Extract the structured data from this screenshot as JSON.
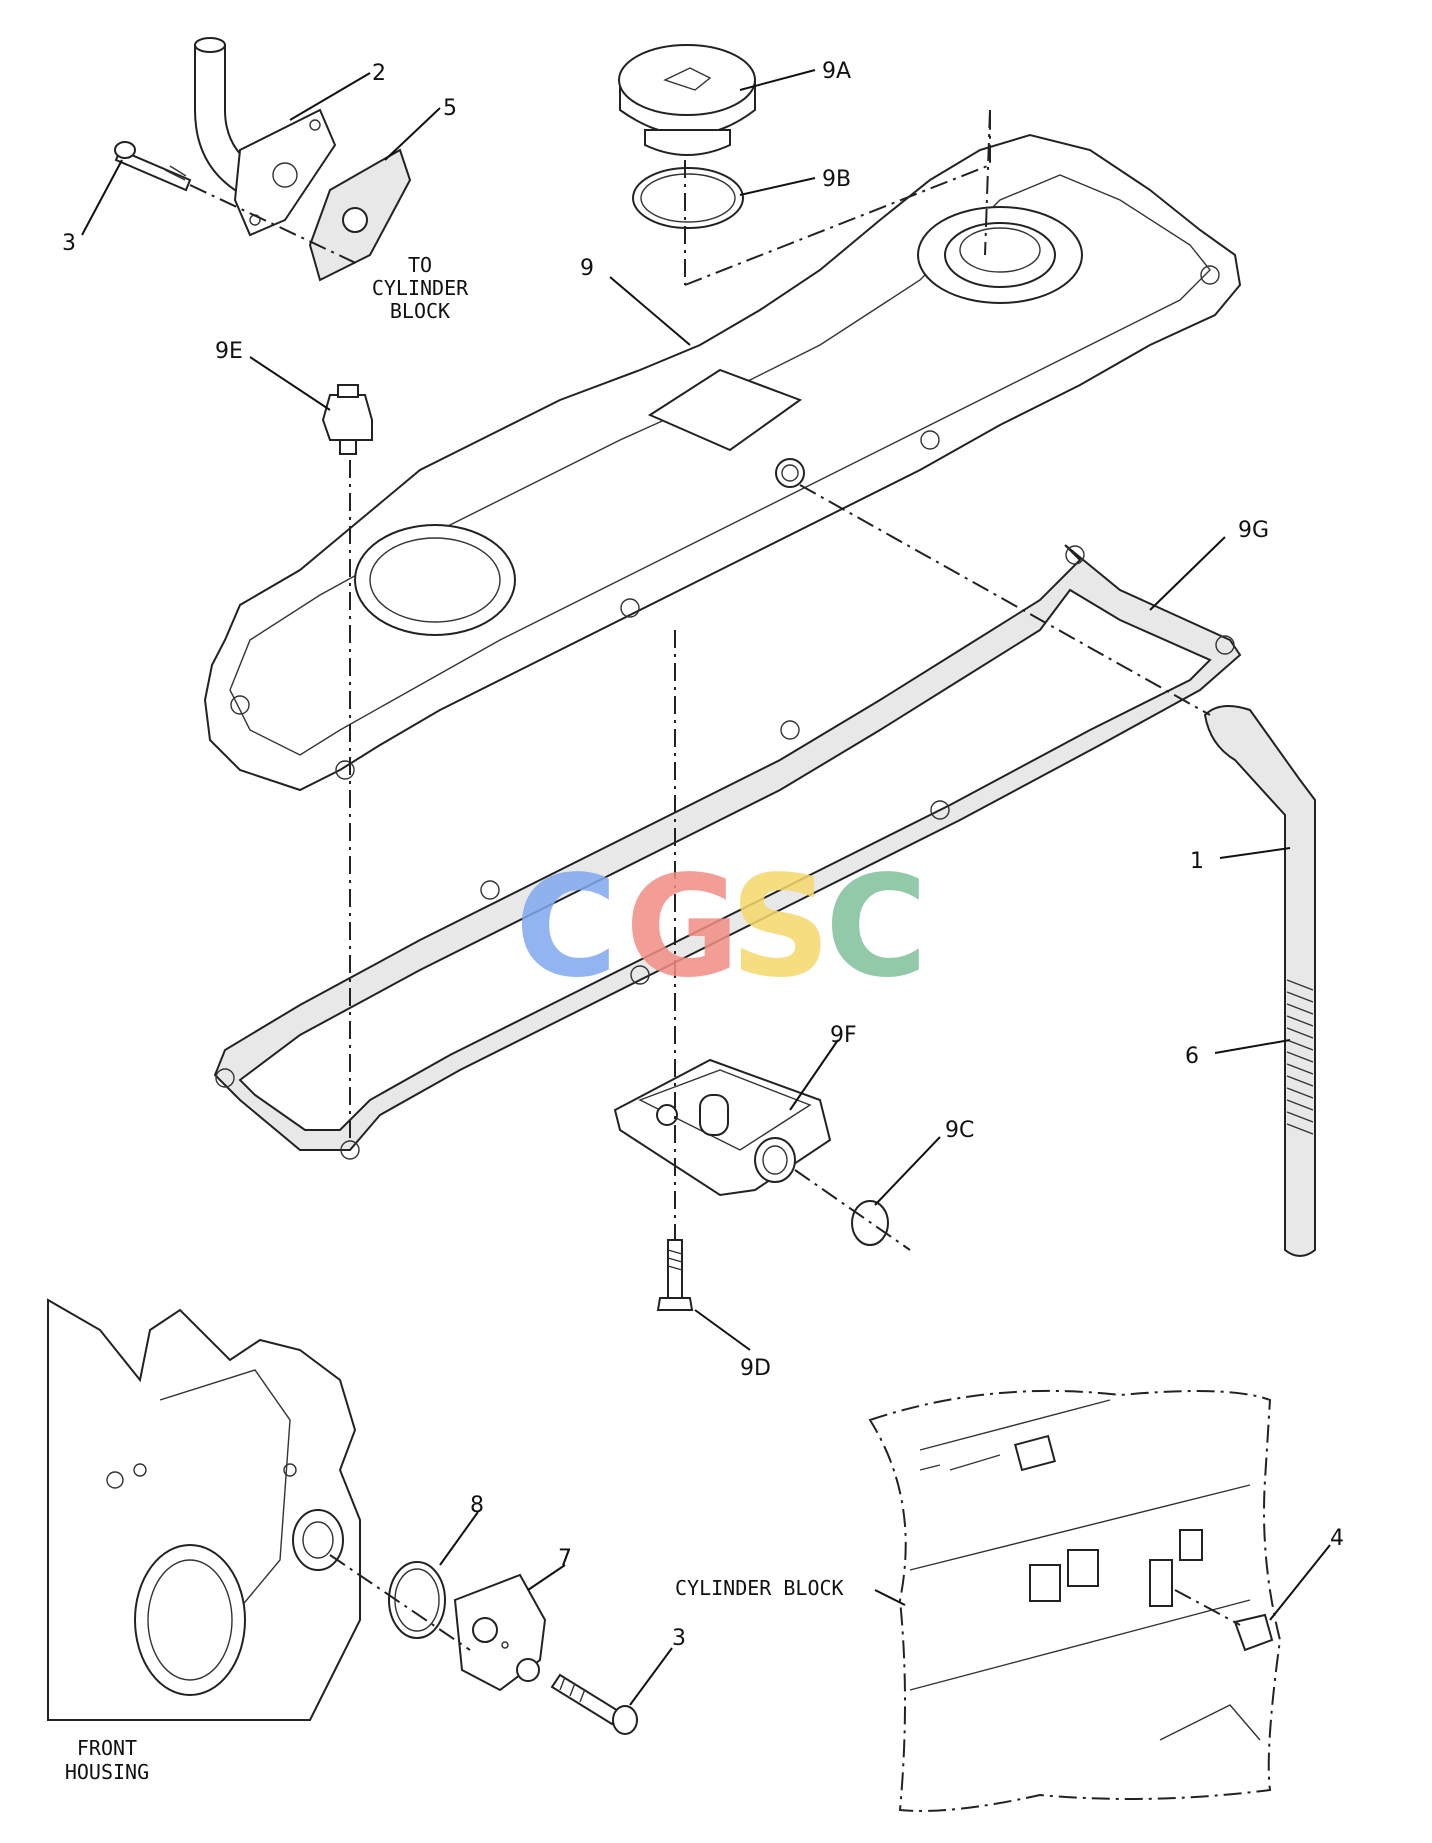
{
  "callouts": {
    "c1": "1",
    "c2": "2",
    "c3a": "3",
    "c3b": "3",
    "c4": "4",
    "c5": "5",
    "c6": "6",
    "c7": "7",
    "c8": "8",
    "c9": "9",
    "c9A": "9A",
    "c9B": "9B",
    "c9C": "9C",
    "c9D": "9D",
    "c9E": "9E",
    "c9F": "9F",
    "c9G": "9G"
  },
  "notes": {
    "to_cylinder_block": [
      "TO",
      "CYLINDER",
      "BLOCK"
    ],
    "cylinder_block": "CYLINDER BLOCK",
    "front_housing": [
      "FRONT",
      "HOUSING"
    ]
  },
  "watermark": {
    "letters": [
      "C",
      "G",
      "S",
      "C"
    ],
    "colors": [
      "#7fa8f0",
      "#f08c84",
      "#f5d76a",
      "#7fbf9a"
    ]
  }
}
